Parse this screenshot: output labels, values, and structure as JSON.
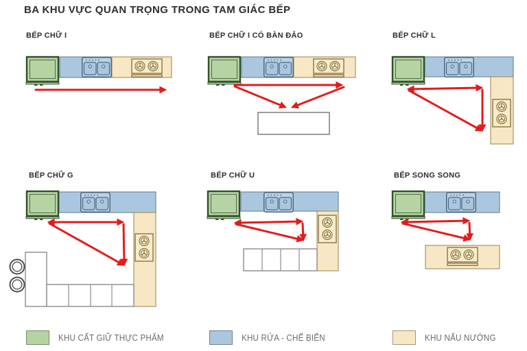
{
  "title": "BA KHU VỰC QUAN TRỌNG TRONG TAM GIÁC BẾP",
  "panels": [
    {
      "id": "i",
      "label": "BẾP CHỮ I"
    },
    {
      "id": "i-island",
      "label": "BẾP CHỮ I CÓ BÀN ĐẢO"
    },
    {
      "id": "l",
      "label": "BẾP CHỮ L"
    },
    {
      "id": "g",
      "label": "BẾP CHỮ G"
    },
    {
      "id": "u",
      "label": "BẾP CHỮ U"
    },
    {
      "id": "parallel",
      "label": "BẾP SONG SONG"
    }
  ],
  "legend": [
    {
      "label": "KHU CẤT GIỮ THỰC PHẨM",
      "color_key": "green"
    },
    {
      "label": "KHU RỬA - CHẾ BIẾN",
      "color_key": "blue"
    },
    {
      "label": "KHU NẤU NƯỚNG",
      "color_key": "tan"
    }
  ],
  "icons": {
    "fridge-icon": "food-storage-cabinet",
    "sink-icon": "double-basin-sink",
    "stove-icon": "two-burner-cooktop",
    "arrow-icon": "red-work-triangle-arrow",
    "stool-icon": "round-stool-rings"
  },
  "colors": {
    "green": "#b6d3a4",
    "green-border": "#33502b",
    "blue": "#abc7e0",
    "blue-border": "#6e8a9e",
    "tan": "#f7e7c4",
    "tan-border": "#a89563",
    "sink-fill": "#bdd2e6",
    "sink-stroke": "#4a6880",
    "stove-fill": "#f8ecca",
    "stove-stroke": "#8a7444",
    "white-stroke": "#8c8c8c",
    "island-stroke": "#7d7d7d",
    "red": "#e31b1c",
    "text-dark": "#2d2d2d",
    "text-gray": "#6c6c6c"
  }
}
